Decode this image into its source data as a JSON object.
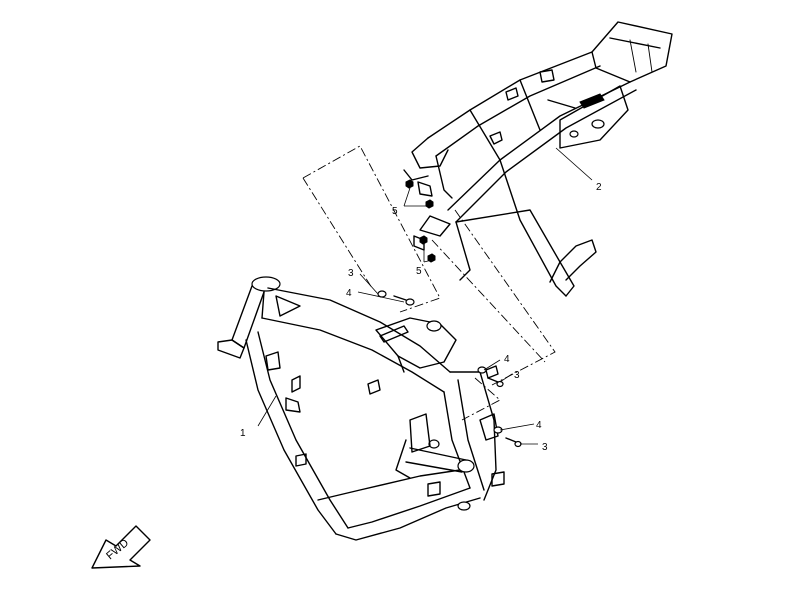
{
  "callouts": {
    "frame": "1",
    "rear_frame": "2",
    "bolt_upper": "3",
    "washer_upper": "4",
    "nut_upper": "5",
    "nut_lower": "5",
    "washer_mid": "4",
    "bolt_mid": "3",
    "washer_low": "4",
    "bolt_low": "3"
  },
  "direction_label": "FWD"
}
